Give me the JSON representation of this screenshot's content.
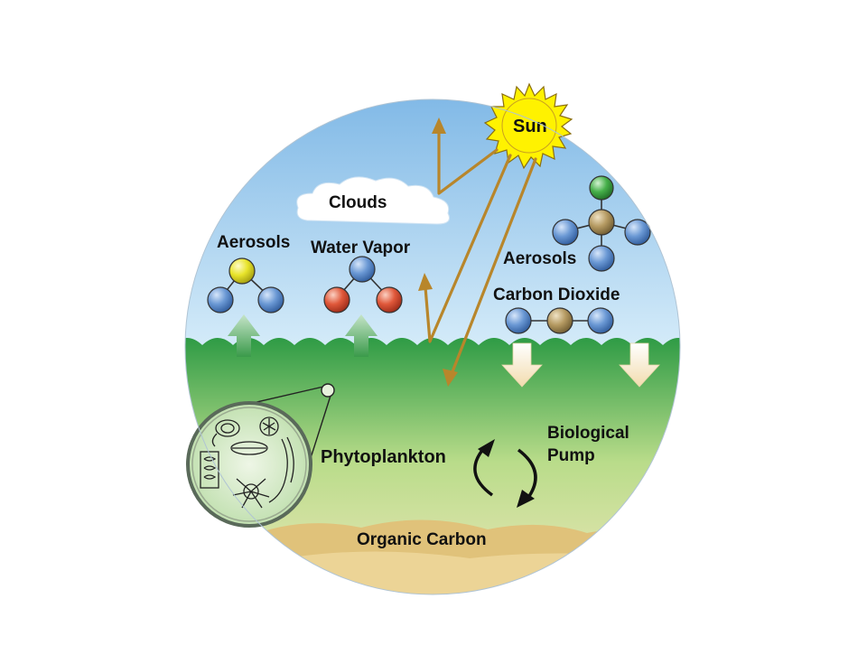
{
  "labels": {
    "sun": "Sun",
    "clouds": "Clouds",
    "aerosols_left": "Aerosols",
    "water_vapor": "Water Vapor",
    "aerosols_right": "Aerosols",
    "carbon_dioxide": "Carbon Dioxide",
    "phytoplankton": "Phytoplankton",
    "biological_pump_line1": "Biological",
    "biological_pump_line2": "Pump",
    "organic_carbon": "Organic Carbon"
  },
  "colors": {
    "sky_top": "#7fb8e6",
    "sky_bottom": "#d9eefa",
    "ocean_top": "#2e9b45",
    "ocean_mid": "#b9dc8a",
    "ocean_bottom": "#f0e3b5",
    "sediment": "#e0c27a",
    "sun": "#fff200",
    "ray": "#b8862b",
    "atom_blue": "#6a98d4",
    "atom_yellow": "#e8e42a",
    "atom_red": "#e0583a",
    "atom_tan": "#b59a62",
    "atom_green": "#46b04a"
  },
  "icons": {
    "sun": "sun-icon",
    "cloud": "cloud-icon",
    "up_arrow": "upward-flux-arrow-icon",
    "down_arrow": "downward-flux-arrow-icon",
    "cycle": "cycle-arrows-icon",
    "magnifier": "magnifier-inset-icon"
  }
}
